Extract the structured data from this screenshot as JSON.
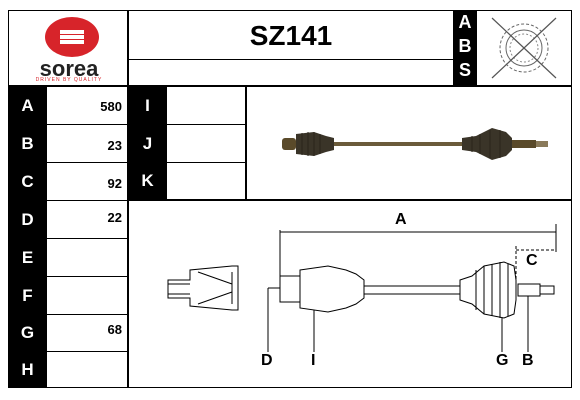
{
  "brand": {
    "name": "sorea",
    "tagline": "DRIVEN BY QUALITY",
    "color": "#d7242a"
  },
  "title": "SZ141",
  "abs_panel": {
    "letters": [
      "A",
      "B",
      "S"
    ]
  },
  "table_left": [
    {
      "label": "A",
      "value": "580"
    },
    {
      "label": "B",
      "value": "23"
    },
    {
      "label": "C",
      "value": "92"
    },
    {
      "label": "D",
      "value": "22"
    },
    {
      "label": "E",
      "value": ""
    },
    {
      "label": "F",
      "value": ""
    },
    {
      "label": "G",
      "value": "68"
    },
    {
      "label": "H",
      "value": ""
    }
  ],
  "table_mid": [
    {
      "label": "I",
      "value": ""
    },
    {
      "label": "J",
      "value": ""
    },
    {
      "label": "K",
      "value": ""
    }
  ],
  "diagram_labels": {
    "A": "A",
    "C": "C",
    "D": "D",
    "I": "I",
    "G": "G",
    "B": "B"
  }
}
